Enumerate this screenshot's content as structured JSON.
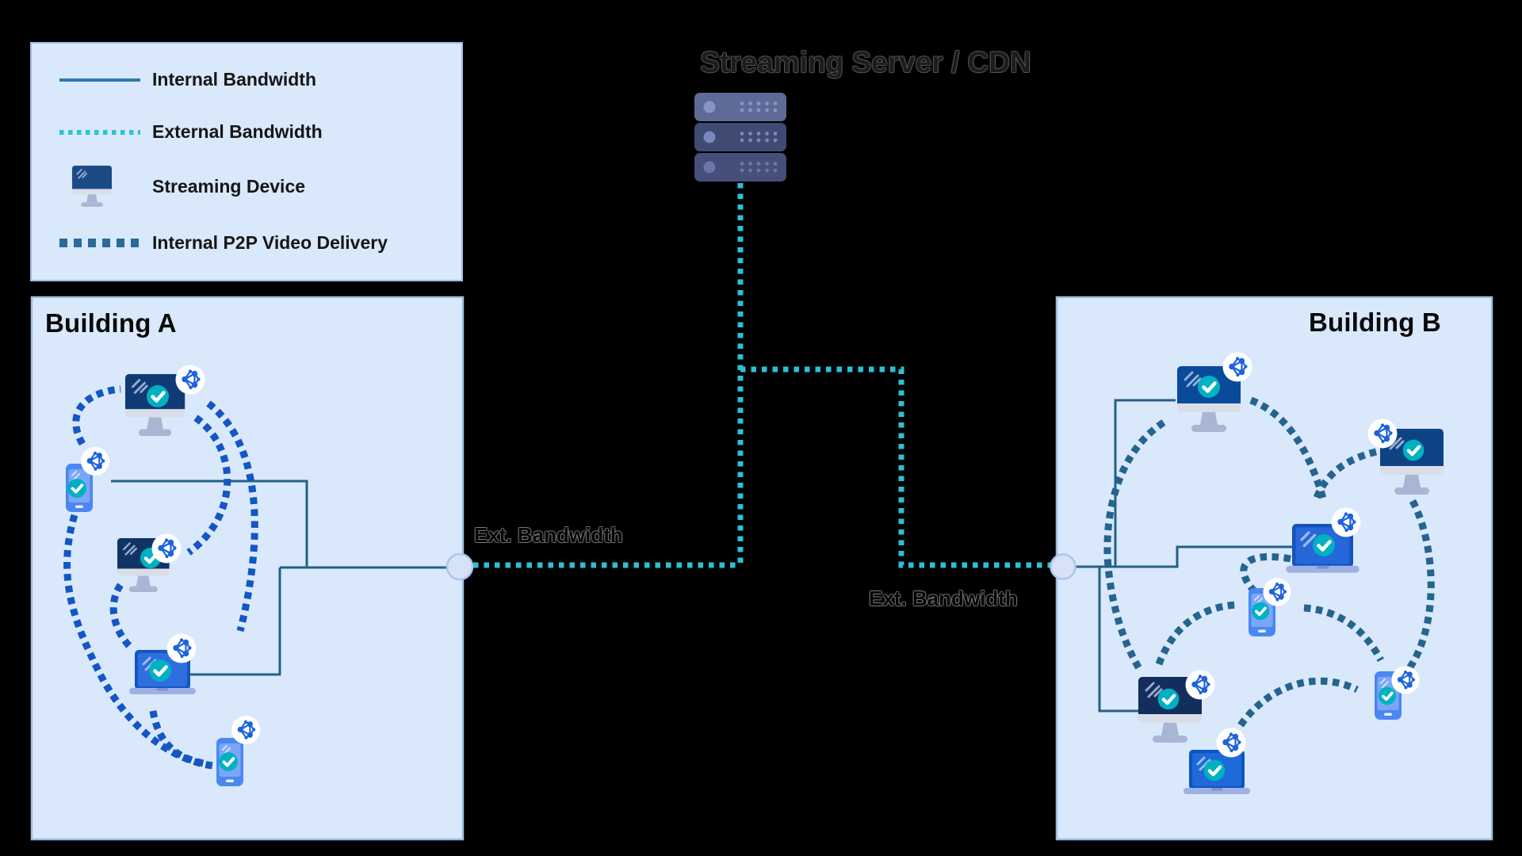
{
  "server": {
    "title": "Streaming Server / CDN"
  },
  "legend": {
    "items": [
      {
        "label": "Internal Bandwidth",
        "swatch": "solid-line",
        "color": "#2e79ae"
      },
      {
        "label": "External Bandwidth",
        "swatch": "dotted-line",
        "color": "#2bc3d7"
      },
      {
        "label": "Streaming Device",
        "swatch": "monitor-icon",
        "color": "#1c4a85"
      },
      {
        "label": "Internal P2P Video Delivery",
        "swatch": "dashed-line",
        "color": "#2a6a99"
      }
    ]
  },
  "links": {
    "ext_a": "Ext. Bandwidth",
    "ext_b": "Ext. Bandwidth"
  },
  "buildings": {
    "a": {
      "label": "Building A",
      "devices": [
        "desktop-monitor",
        "smartphone",
        "desktop-monitor",
        "laptop",
        "smartphone"
      ]
    },
    "b": {
      "label": "Building B",
      "devices": [
        "desktop-monitor",
        "desktop-monitor",
        "laptop",
        "desktop-monitor",
        "laptop",
        "smartphone",
        "smartphone"
      ]
    }
  },
  "colors": {
    "background": "#000000",
    "building_fill": "#d9e8fb",
    "building_border": "#9cbede",
    "internal_bandwidth_line": "#226185",
    "external_bandwidth_dots": "#2bc0d4",
    "p2p_dashes_building_a": "#1456c4",
    "p2p_dashes_building_b": "#25648f",
    "device_check": "#00b1c4",
    "p2p_badge_icon": "#1d63dc",
    "server_slabs": [
      "#5d6b96",
      "#3f4b72",
      "#454f79"
    ]
  }
}
